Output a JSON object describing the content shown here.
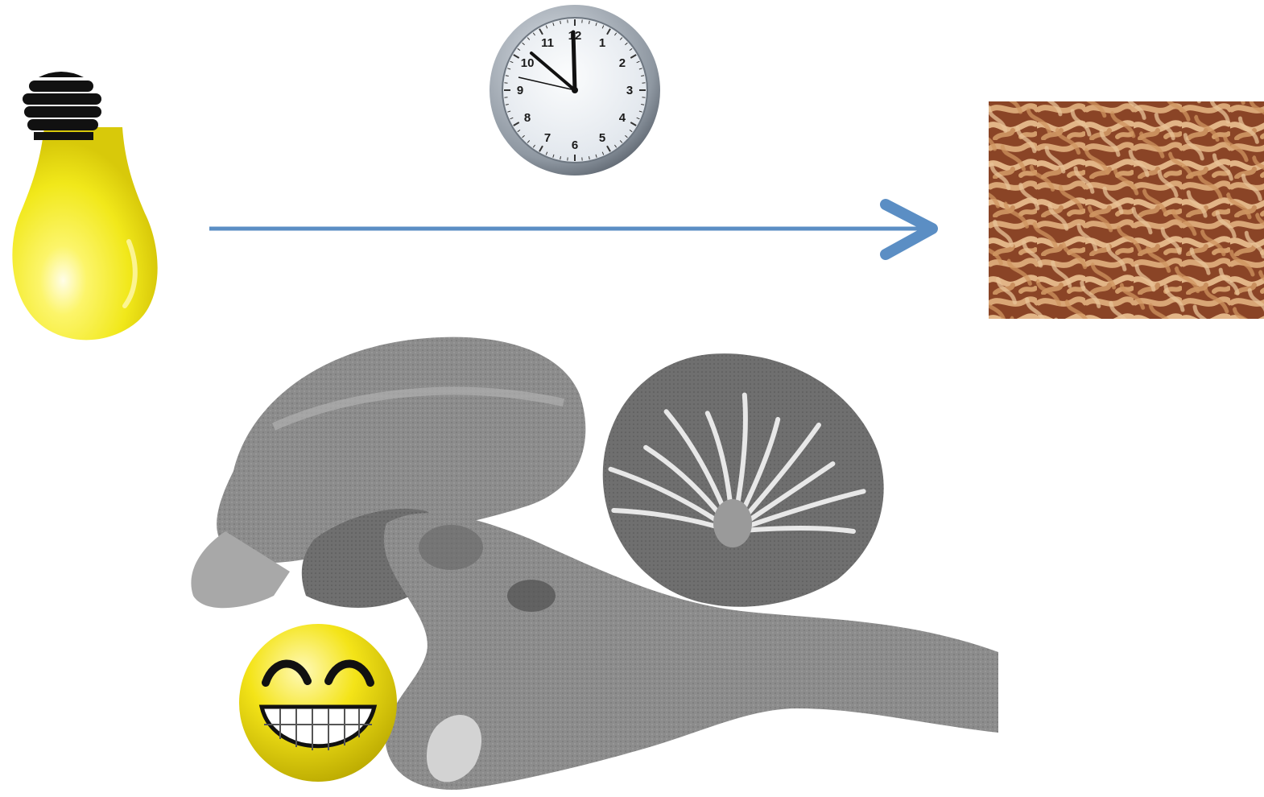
{
  "colors": {
    "arrow": "#5b8ec4",
    "bulb_yellow": "#f7ef1c",
    "bulb_base": "#111111",
    "clock_rim": "#9aa3ad",
    "clock_face": "#f2f5f8",
    "worm_base": "#b46a3f",
    "brain_gray": "#8a8a8a",
    "smiley_yellow": "#f2df10"
  },
  "icons": {
    "bulb": "light-bulb-icon",
    "clock": "wall-clock-icon",
    "arrow": "right-arrow-icon",
    "worms": "mealworms-image",
    "brain": "brain-section-image",
    "smiley": "grinning-smiley-icon"
  },
  "clock": {
    "numerals": [
      "12",
      "1",
      "2",
      "3",
      "4",
      "5",
      "6",
      "7",
      "8",
      "9",
      "10",
      "11"
    ]
  }
}
